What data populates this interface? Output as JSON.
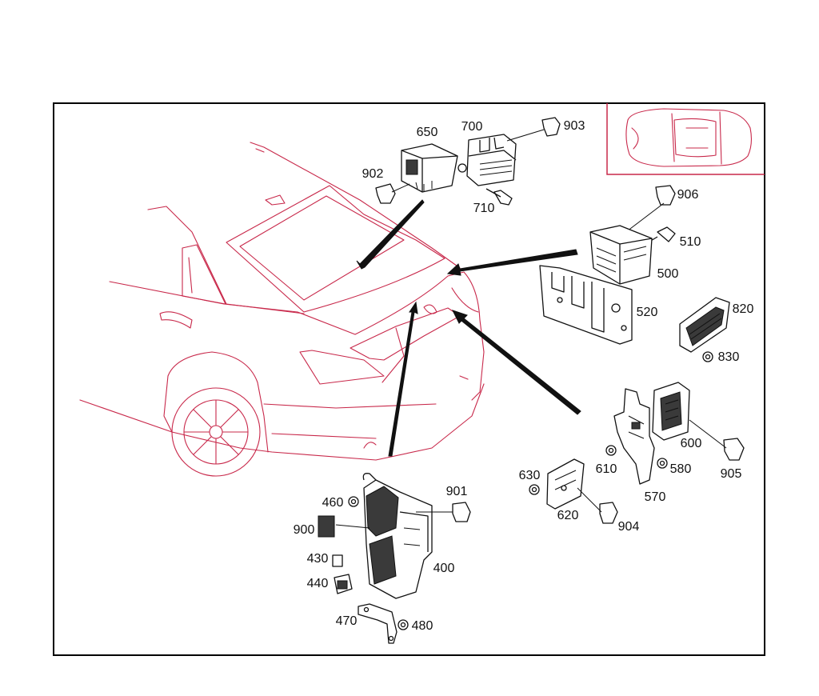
{
  "diagram": {
    "inset": "vehicle-location-overview",
    "callouts": {
      "c650": "650",
      "c700": "700",
      "c903": "903",
      "c902": "902",
      "c710": "710",
      "c906": "906",
      "c510": "510",
      "c500": "500",
      "c520": "520",
      "c820": "820",
      "c830": "830",
      "c600": "600",
      "c610": "610",
      "c580": "580",
      "c905": "905",
      "c570": "570",
      "c630": "630",
      "c620": "620",
      "c904": "904",
      "c460": "460",
      "c901": "901",
      "c900": "900",
      "c430": "430",
      "c440": "440",
      "c400": "400",
      "c470": "470",
      "c480": "480"
    },
    "colors": {
      "car_outline": "#c8284a",
      "parts": "#111111",
      "frame": "#000000"
    }
  }
}
